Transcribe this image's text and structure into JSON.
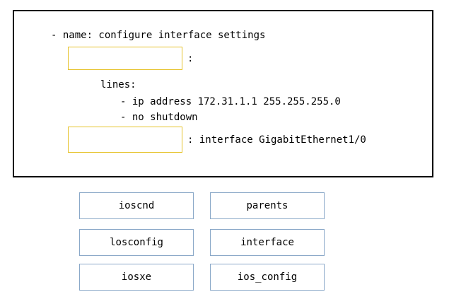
{
  "colors": {
    "panel_border": "#000000",
    "blank_border": "#e6c229",
    "option_border": "#8aa8c8"
  },
  "code_panel": {
    "task_line": "- name: configure interface settings",
    "blank1_suffix": ":",
    "lines_label": "lines:",
    "config_lines": [
      "- ip address 172.31.1.1 255.255.255.0",
      "- no shutdown"
    ],
    "blank2_suffix": ": interface GigabitEthernet1/0"
  },
  "options": [
    {
      "label": "ioscnd"
    },
    {
      "label": "parents"
    },
    {
      "label": "losconfig"
    },
    {
      "label": "interface"
    },
    {
      "label": "iosxe"
    },
    {
      "label": "ios_config"
    }
  ]
}
